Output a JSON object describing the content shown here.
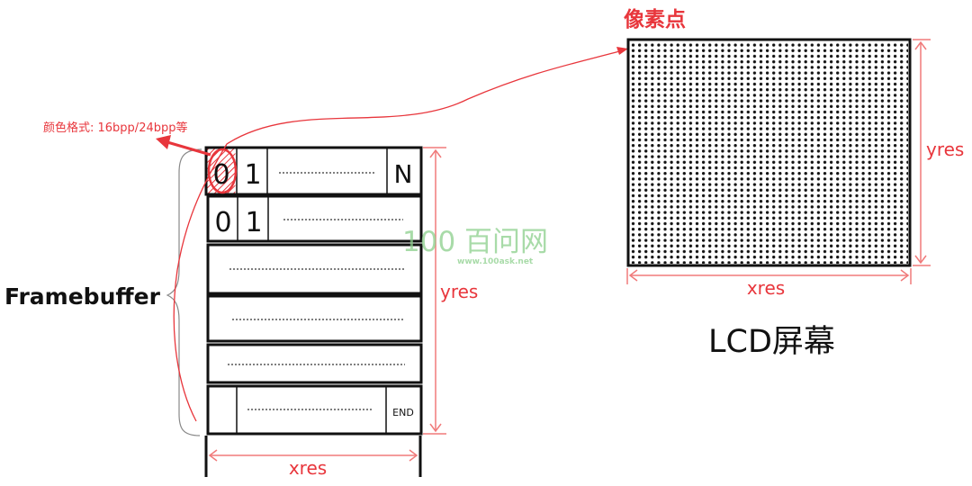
{
  "framebuffer": {
    "label": "Framebuffer",
    "row1": {
      "first": "0",
      "second": "1",
      "last": "N"
    },
    "row2": {
      "first": "0",
      "second": "1"
    },
    "last_row_end": "END",
    "x_dim_label": "xres",
    "y_dim_label": "yres"
  },
  "color_format_note": "颜色格式: 16bpp/24bpp等",
  "lcd": {
    "pixel_label": "像素点",
    "title": "LCD屏幕",
    "x_dim_label": "xres",
    "y_dim_label": "yres"
  },
  "watermark": {
    "brand": "100 百问网",
    "url": "www.100ask.net"
  },
  "colors": {
    "accent": "#e8363c",
    "ink": "#111111",
    "watermark": "#7ec87e"
  }
}
